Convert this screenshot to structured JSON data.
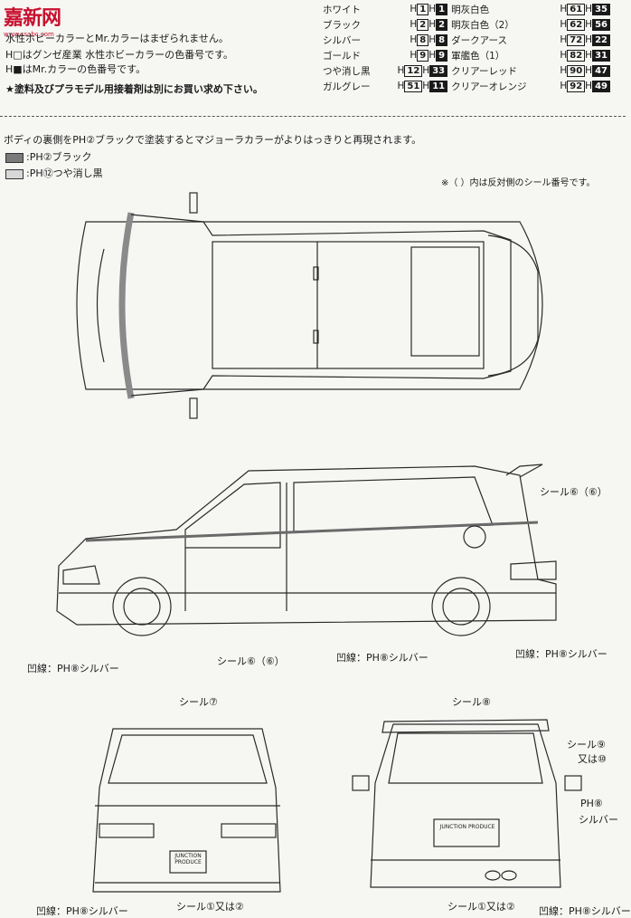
{
  "logo": {
    "text": "嘉新网",
    "sub": "www.ssabc.com"
  },
  "notes": [
    "水性ホビーカラーとMr.カラーはまぜられません。",
    "H□はグンゼ産業 水性ホビーカラーの色番号です。",
    "H■はMr.カラーの色番号です。",
    "★塗料及びプラモデル用接着剤は別にお買い求め下さい。"
  ],
  "paint_table": [
    {
      "name": "ホワイト",
      "h": "1",
      "m": "1",
      "name2": "明灰白色",
      "h2": "61",
      "m2": "35"
    },
    {
      "name": "ブラック",
      "h": "2",
      "m": "2",
      "name2": "明灰白色（2）",
      "h2": "62",
      "m2": "56"
    },
    {
      "name": "シルバー",
      "h": "8",
      "m": "8",
      "name2": "ダークアース",
      "h2": "72",
      "m2": "22"
    },
    {
      "name": "ゴールド",
      "h": "9",
      "m": "9",
      "name2": "軍艦色（1）",
      "h2": "82",
      "m2": "31"
    },
    {
      "name": "つや消し黒",
      "h": "12",
      "m": "33",
      "name2": "クリアーレッド",
      "h2": "90",
      "m2": "47"
    },
    {
      "name": "ガルグレー",
      "h": "51",
      "m": "11",
      "name2": "クリアーオレンジ",
      "h2": "92",
      "m2": "49"
    }
  ],
  "instruction": "ボディの裏側をPH②ブラックで塗装するとマジョーラカラーがよりはっきりと再現されます。",
  "legend": [
    {
      "label": ":PH②ブラック",
      "color": "#7a7a7a"
    },
    {
      "label": ":PH⑫つや消し黒",
      "color": "#d8d8d8"
    }
  ],
  "seal_note": "※（ ）内は反対側のシール番号です。",
  "callouts": {
    "side_seal6": "シール⑥（⑥）",
    "side_seal6b": "シール⑥（⑥）",
    "groove_left": "凹線：PH⑧シルバー",
    "groove_mid": "凹線：PH⑧シルバー",
    "groove_right": "凹線：PH⑧シルバー",
    "front_seal7": "シール⑦",
    "rear_seal8": "シール⑧",
    "rear_seal9": "シール⑨",
    "rear_seal9b": "又は⑩",
    "rear_ph8": "PH⑧",
    "rear_silver": "シルバー",
    "front_groove": "凹線：PH⑧シルバー",
    "front_seal1": "シール①又は②",
    "rear_seal1": "シール①又は②",
    "rear_groove": "凹線：PH⑧シルバー"
  },
  "plates": {
    "front": "JUNCTION PRODUCE",
    "rear": "JUNCTION PRODUCE",
    "front_top": "JUNCTION PRODUCE"
  }
}
